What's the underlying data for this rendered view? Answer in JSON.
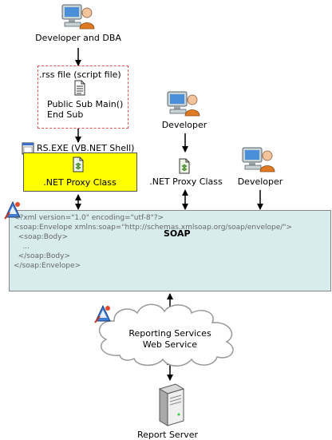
{
  "nodes": {
    "developer_dba": "Developer and DBA",
    "rss_file": ".rss file (script file)",
    "script_line1": "Public Sub Main()",
    "script_line2": "End Sub",
    "rs_exe": "RS.EXE (VB.NET Shell)",
    "proxy_left": ".NET Proxy Class",
    "developer_mid": "Developer",
    "proxy_mid": ".NET Proxy Class",
    "developer_right": "Developer",
    "soap_title": "SOAP",
    "web_service_line1": "Reporting Services",
    "web_service_line2": "Web Service",
    "report_server": "Report Server"
  },
  "soap_xml": [
    "<?xml version=\"1.0\" encoding=\"utf-8\"?>",
    "<soap:Envelope xmlns:soap=\"http://schemas.xmlsoap.org/soap/envelope/\">",
    "  <soap:Body>",
    "    ...",
    "  </soap:Body>",
    "</soap:Envelope>"
  ],
  "colors": {
    "proxy_box_fill": "#ffff00",
    "soap_box_fill": "#d8ecee",
    "rss_box_border": "#d9534f"
  },
  "icons": [
    "user-computer-icon",
    "document-icon",
    "app-window-icon",
    "code-document-icon",
    "server-icon",
    "soap-tool-icon",
    "cloud-icon"
  ]
}
